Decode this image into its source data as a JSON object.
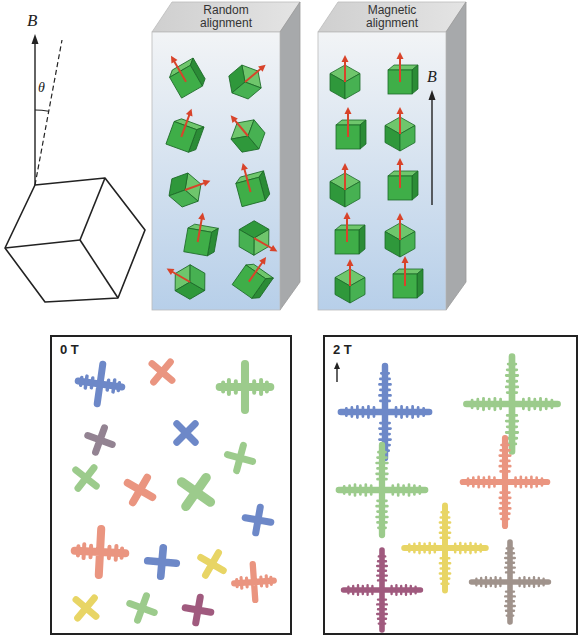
{
  "diagram": {
    "nodes": [
      {
        "text": [
          "Random alignment"
        ]
      },
      {
        "text": [
          "Magnetic alignment",
          "B"
        ]
      },
      {
        "text": [
          "0 T"
        ]
      },
      {
        "text": [
          "2 T"
        ]
      }
    ],
    "labels": [
      "B",
      "θ"
    ]
  }
}
